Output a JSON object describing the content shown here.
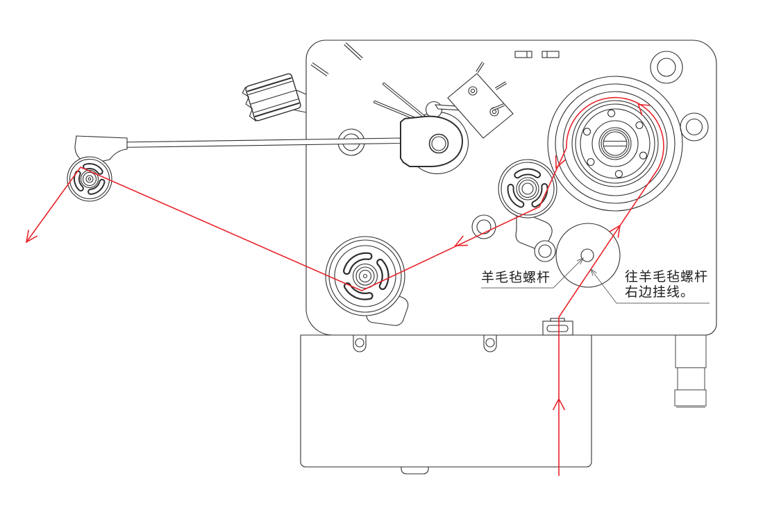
{
  "diagram": {
    "annotations": {
      "felt_screw_label": "羊毛毡螺杆",
      "hang_label_line1": "往羊毛毡螺杆",
      "hang_label_line2": "右边挂线。"
    },
    "colors": {
      "thread_path": "#e8232a",
      "line_art": "#2e2e2e",
      "leader_lines": "#666666"
    }
  }
}
